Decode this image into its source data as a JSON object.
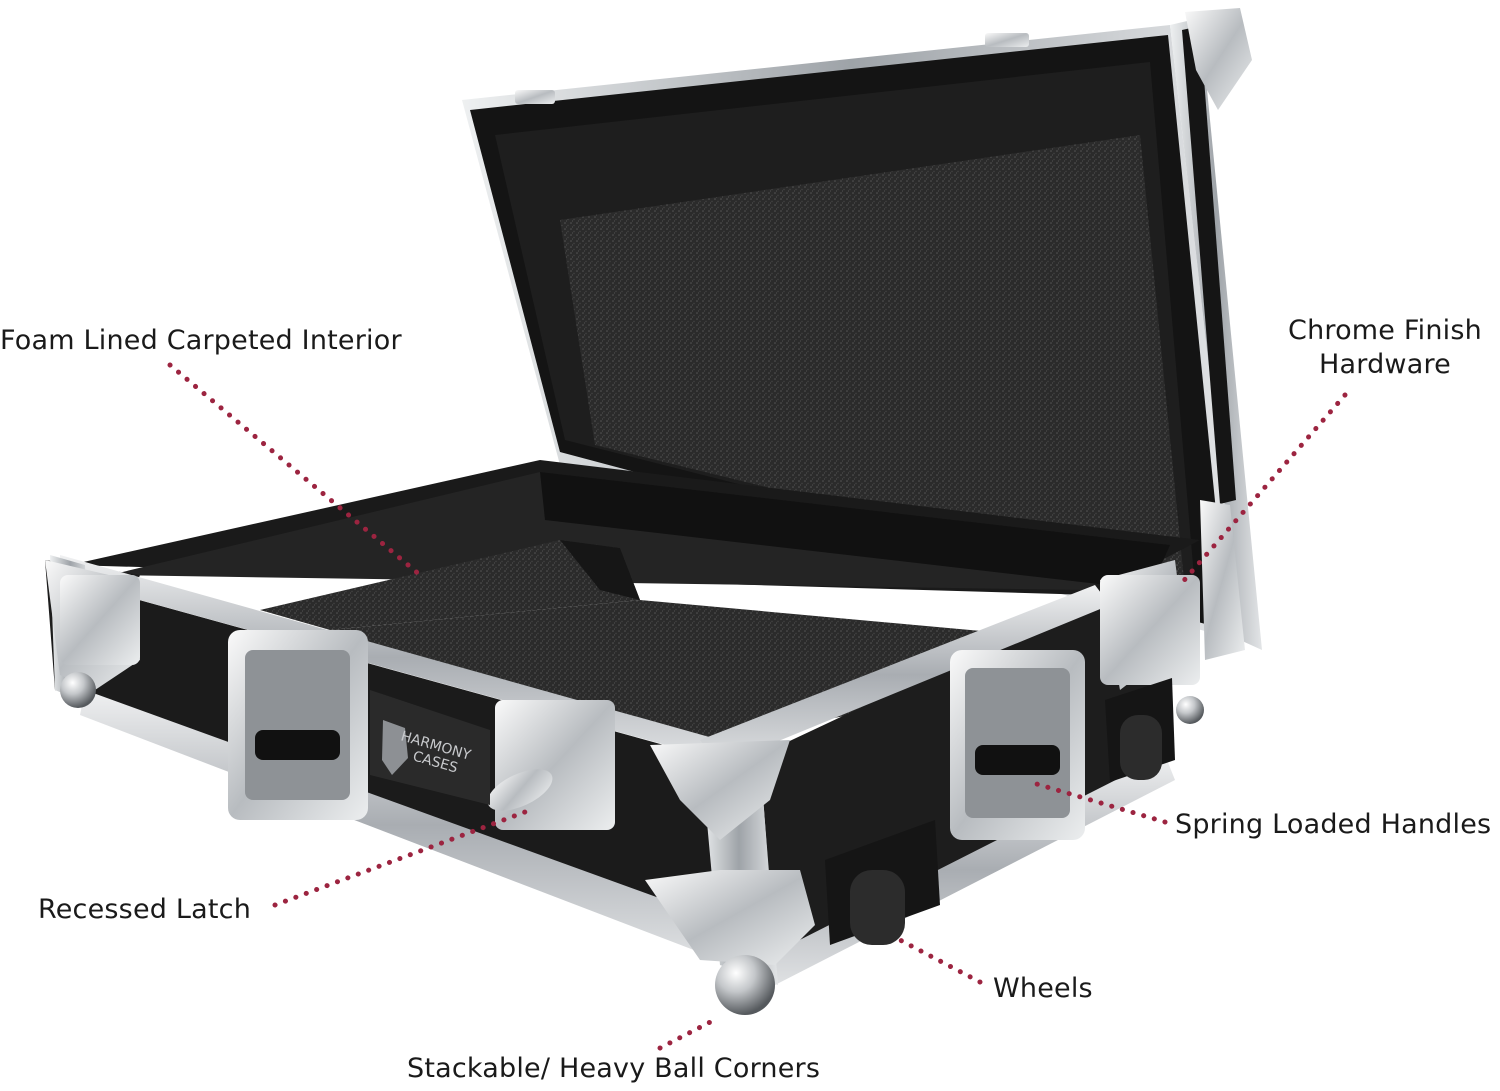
{
  "image": {
    "background": "#ffffff",
    "subject": "open black flight case with aluminum edges and chrome hardware",
    "colors": {
      "case_black": "#1b1b1b",
      "aluminum": "#c9ccd0",
      "chrome": "#e2e4e6",
      "carpet": "#2e2e2e",
      "dots": "#9c2440"
    }
  },
  "brand": {
    "line1": "HARMONY",
    "line2": "CASES"
  },
  "callouts": {
    "foam": "Foam Lined Carpeted Interior",
    "chrome_line1": "Chrome Finish",
    "chrome_line2": "Hardware",
    "handles": "Spring Loaded Handles",
    "latch": "Recessed Latch",
    "wheels": "Wheels",
    "corners": "Stackable/ Heavy Ball Corners"
  }
}
